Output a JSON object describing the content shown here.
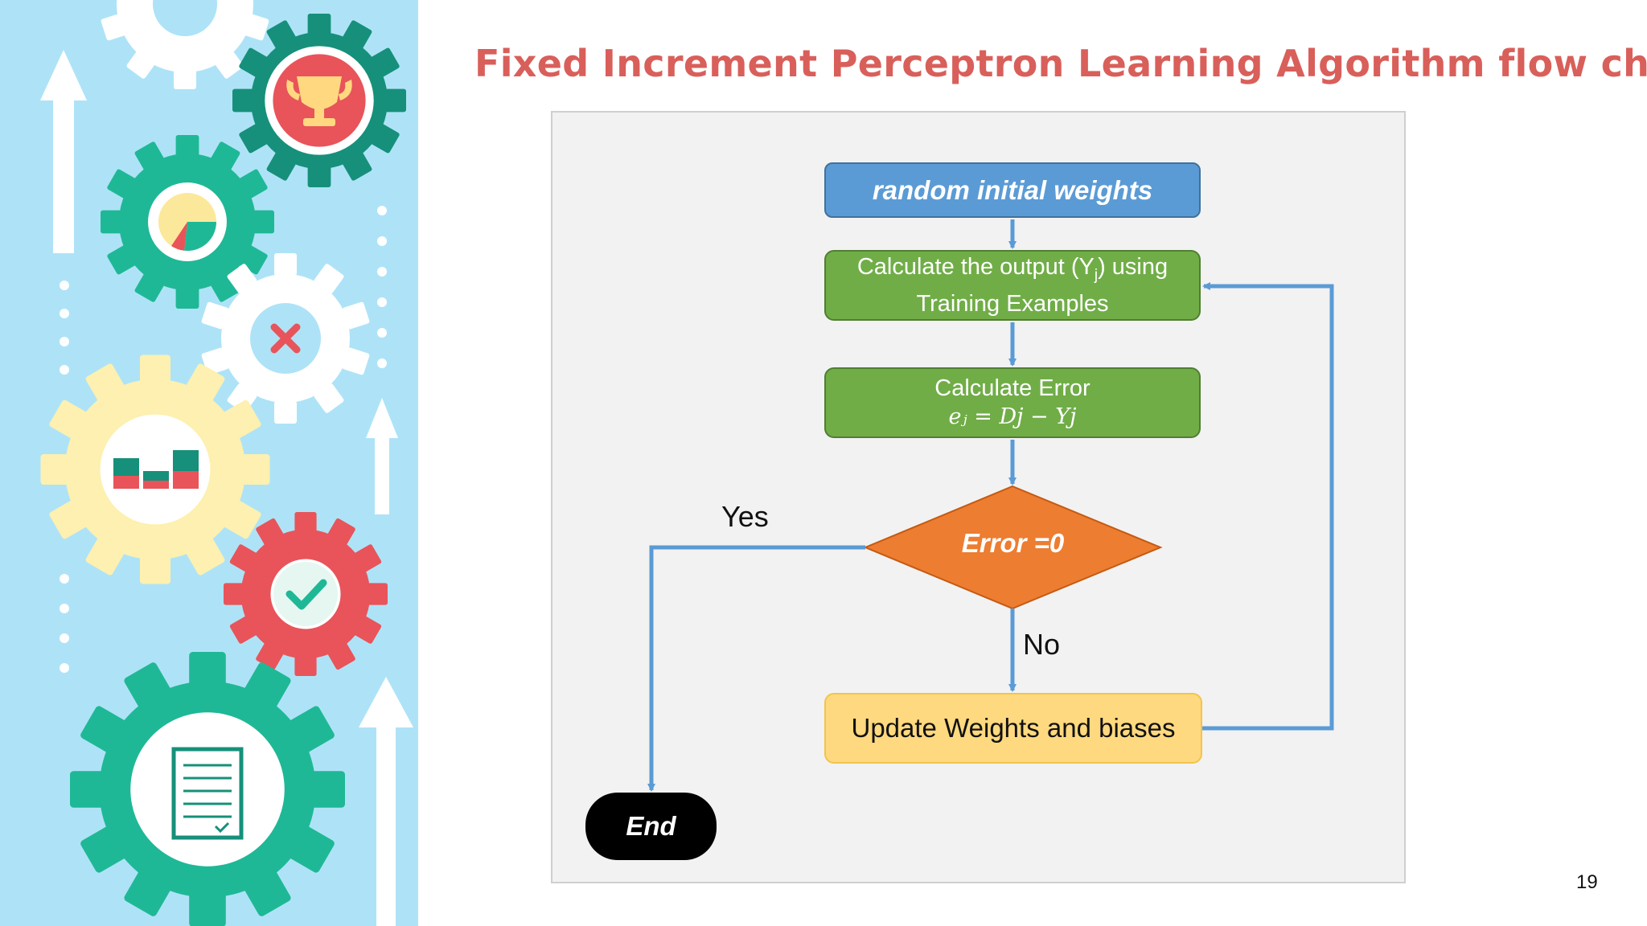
{
  "slide": {
    "title": "Fixed Increment Perceptron Learning Algorithm flow chart",
    "page_number": "19"
  },
  "diagram": {
    "nodes": {
      "start": {
        "label": "random initial weights"
      },
      "calc_output": {
        "line1_pre": "Calculate the output (Y",
        "line1_sub": "j",
        "line1_post": ") using",
        "line2": "Training Examples"
      },
      "calc_error": {
        "line1": "Calculate Error",
        "formula": "eⱼ = Dj − Yj"
      },
      "decision": {
        "label": "Error =0"
      },
      "update": {
        "label": "Update Weights and biases"
      },
      "end": {
        "label": "End"
      }
    },
    "edge_labels": {
      "yes": "Yes",
      "no": "No"
    }
  },
  "colors": {
    "title": "#d95f5a",
    "start_node": "#5b9bd5",
    "process_node": "#70ad47",
    "decision_node": "#ed7d31",
    "update_node": "#ffd97f",
    "end_node": "#000000",
    "connector": "#5b9bd5",
    "sidebar_background": "#aee3f7"
  },
  "decor": {
    "sidebar_icons": [
      "trophy-icon",
      "pie-chart-icon",
      "x-mark-icon",
      "bar-chart-icon",
      "checkmark-icon",
      "clipboard-icon",
      "up-arrow-icon",
      "gear-icon"
    ]
  }
}
